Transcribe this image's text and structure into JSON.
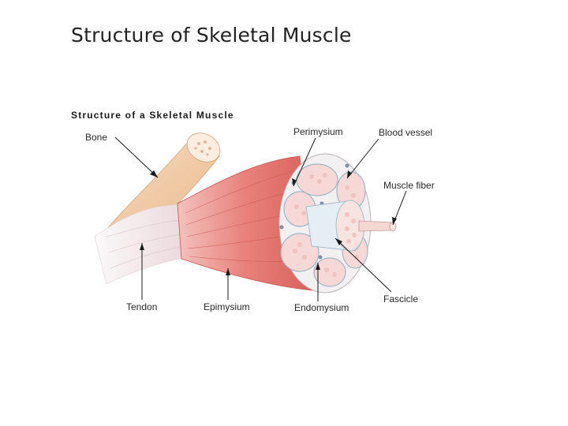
{
  "slide": {
    "title": "Structure of Skeletal Muscle"
  },
  "figure": {
    "heading": "Structure of a Skeletal Muscle",
    "labels": {
      "bone": "Bone",
      "perimysium": "Perimysium",
      "blood_vessel": "Blood vessel",
      "muscle_fiber": "Muscle fiber",
      "tendon": "Tendon",
      "epimysium": "Epimysium",
      "endomysium": "Endomysium",
      "fascicle": "Fascicle"
    },
    "colors": {
      "muscle": "#e9847f",
      "muscle_dark": "#c9504c",
      "bone": "#f2c9a0",
      "tendon": "#f3eef0",
      "fascicle_fill": "#f6d9d6",
      "sheath": "#dce9f2"
    }
  }
}
